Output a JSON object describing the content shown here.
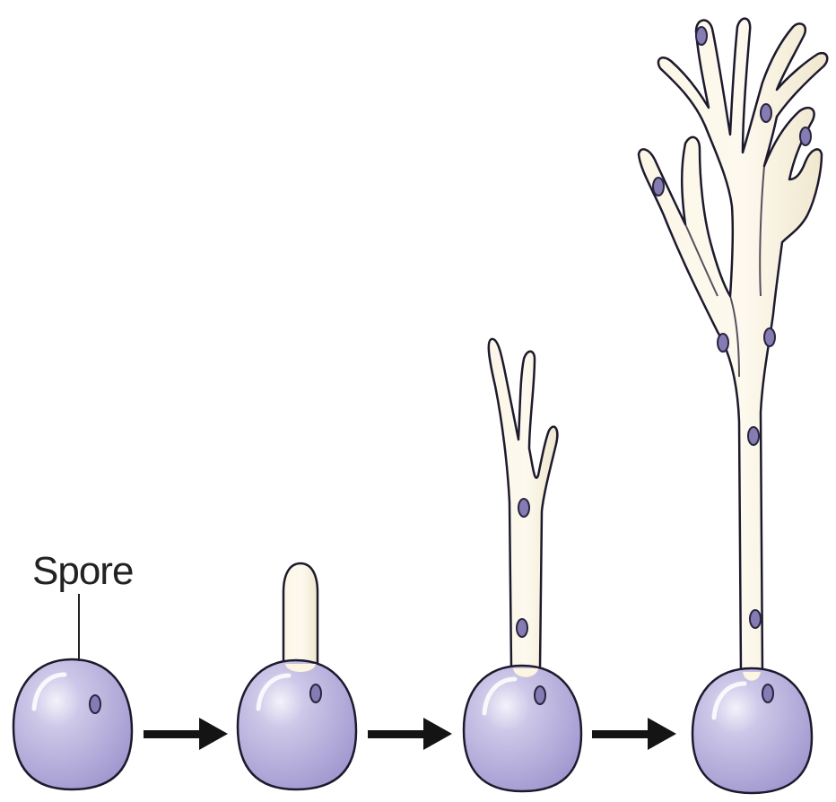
{
  "label": {
    "text": "Spore"
  },
  "colors": {
    "spore_fill": "#b3abd9",
    "spore_outline": "#1e1a2e",
    "hypha_fill": "#fbf5e2",
    "nucleus_fill": "#857cb4",
    "arrow": "#141414"
  },
  "stages": [
    {
      "name": "spore"
    },
    {
      "name": "germ-tube"
    },
    {
      "name": "young-hypha"
    },
    {
      "name": "branched-mycelium"
    }
  ]
}
